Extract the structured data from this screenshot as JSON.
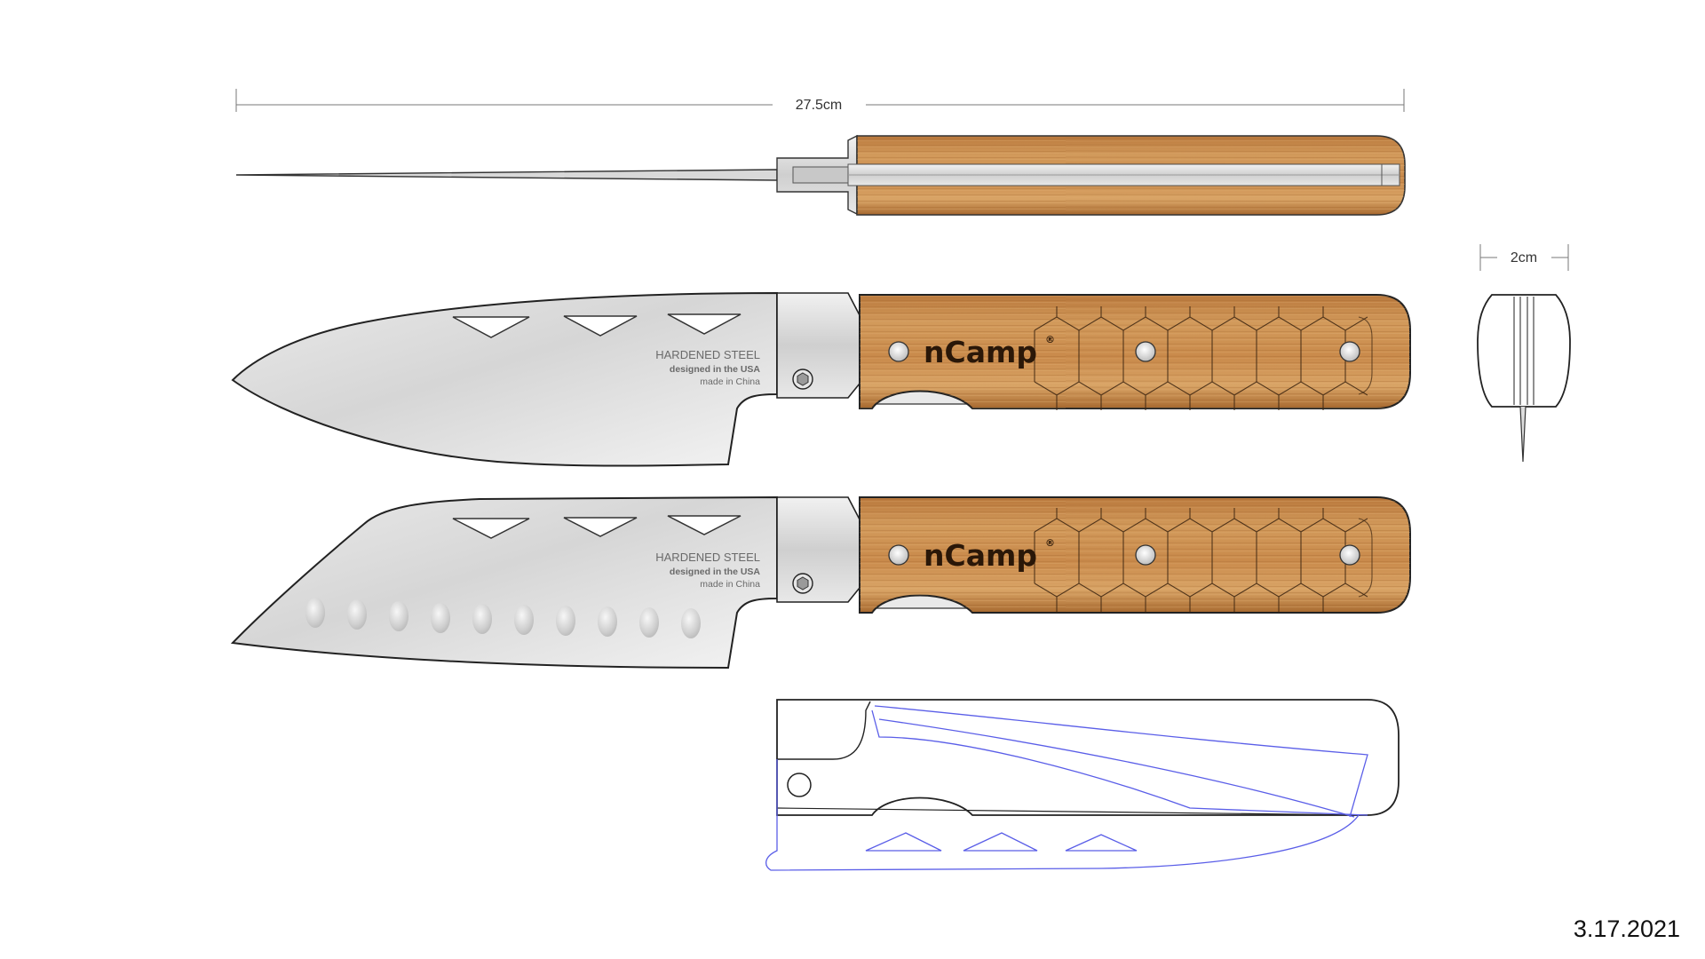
{
  "dimensions": {
    "overall_length": "27.5cm",
    "handle_width": "2cm"
  },
  "blade": {
    "line1": "HARDENED STEEL",
    "line2": "designed in the USA",
    "line3": "made in China"
  },
  "brand": {
    "name": "nCamp",
    "mark": "®"
  },
  "date": "3.17.2021",
  "colors": {
    "wood": "#c98a4b",
    "wood_dark": "#a86a30",
    "steel": "#d4d4d4",
    "sheath_outline": "#5a5ee8",
    "engraving": "#3b2410"
  },
  "icons": {
    "pivot": "hex-screw-icon",
    "rivet": "rivet-icon"
  }
}
